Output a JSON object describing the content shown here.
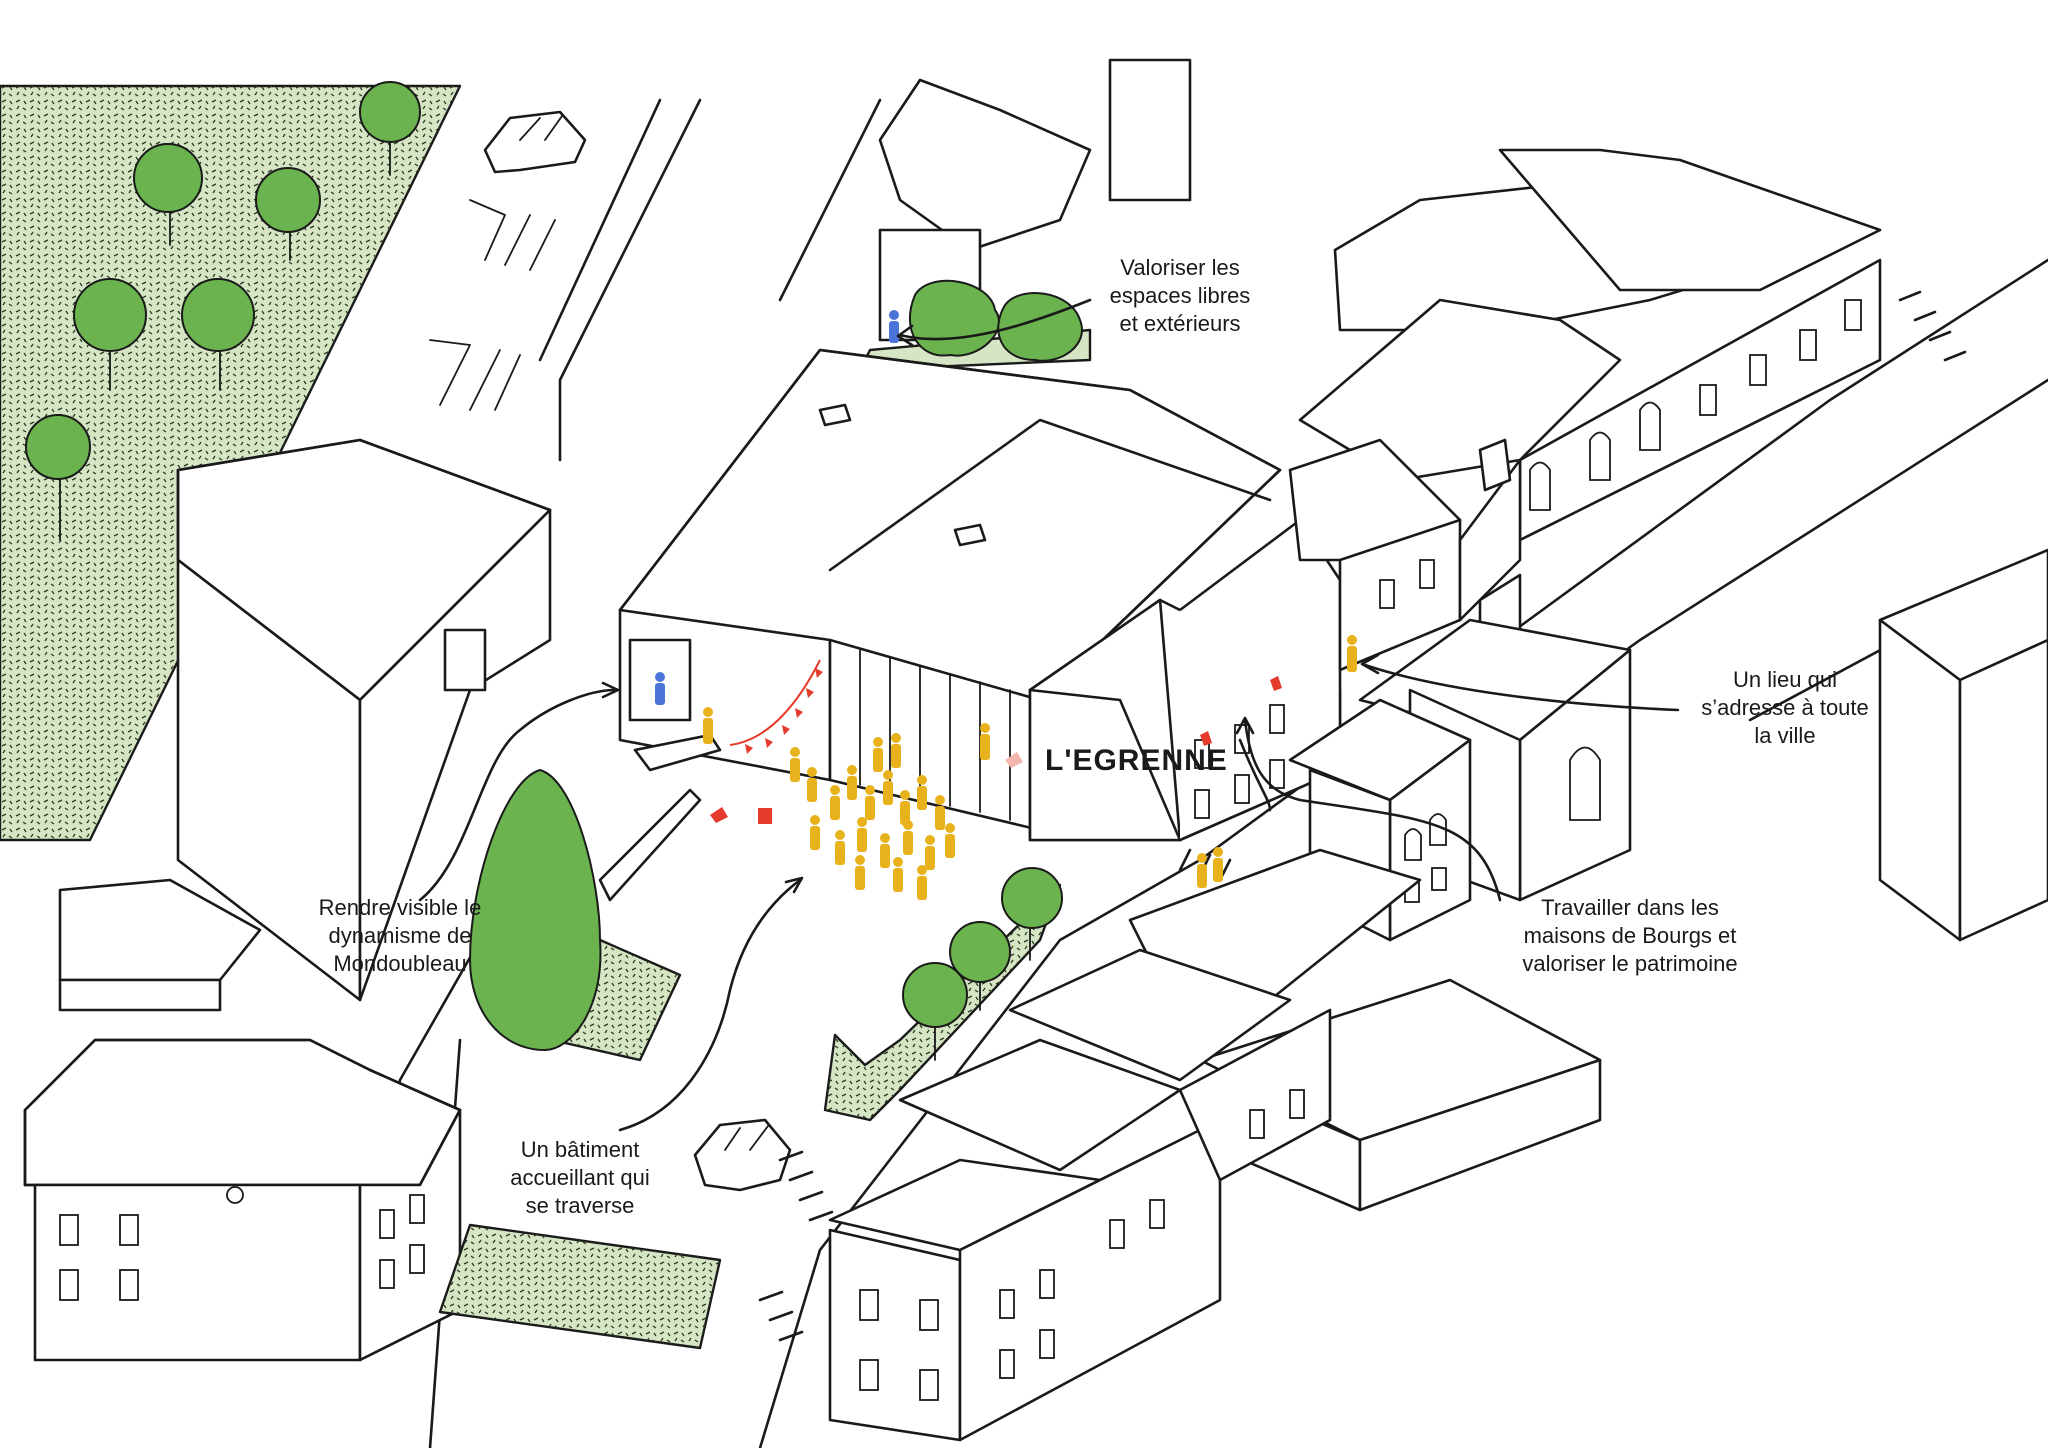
{
  "colors": {
    "ink": "#1a1a1a",
    "grass": "#d6e6c4",
    "tree": "#6bb34f",
    "people": "#e8b21c",
    "accent_red": "#e53b2c",
    "accent_blue": "#4a74d8"
  },
  "building_sign": "L'EGRENNE",
  "annotations": {
    "outdoor": {
      "line1": "Valoriser les",
      "line2": "espaces libres",
      "line3": "et extérieurs"
    },
    "city": {
      "line1": "Un lieu qui",
      "line2": "s’adresse à toute",
      "line3": "la ville"
    },
    "heritage": {
      "line1": "Travailler dans les",
      "line2": "maisons de Bourgs et",
      "line3": "valoriser le patrimoine"
    },
    "dynamism": {
      "line1": "Rendre visible le",
      "line2": "dynamisme de",
      "line3": "Mondoubleau"
    },
    "crossing": {
      "line1": "Un bâtiment",
      "line2": "accueillant qui",
      "line3": "se traverse"
    }
  }
}
